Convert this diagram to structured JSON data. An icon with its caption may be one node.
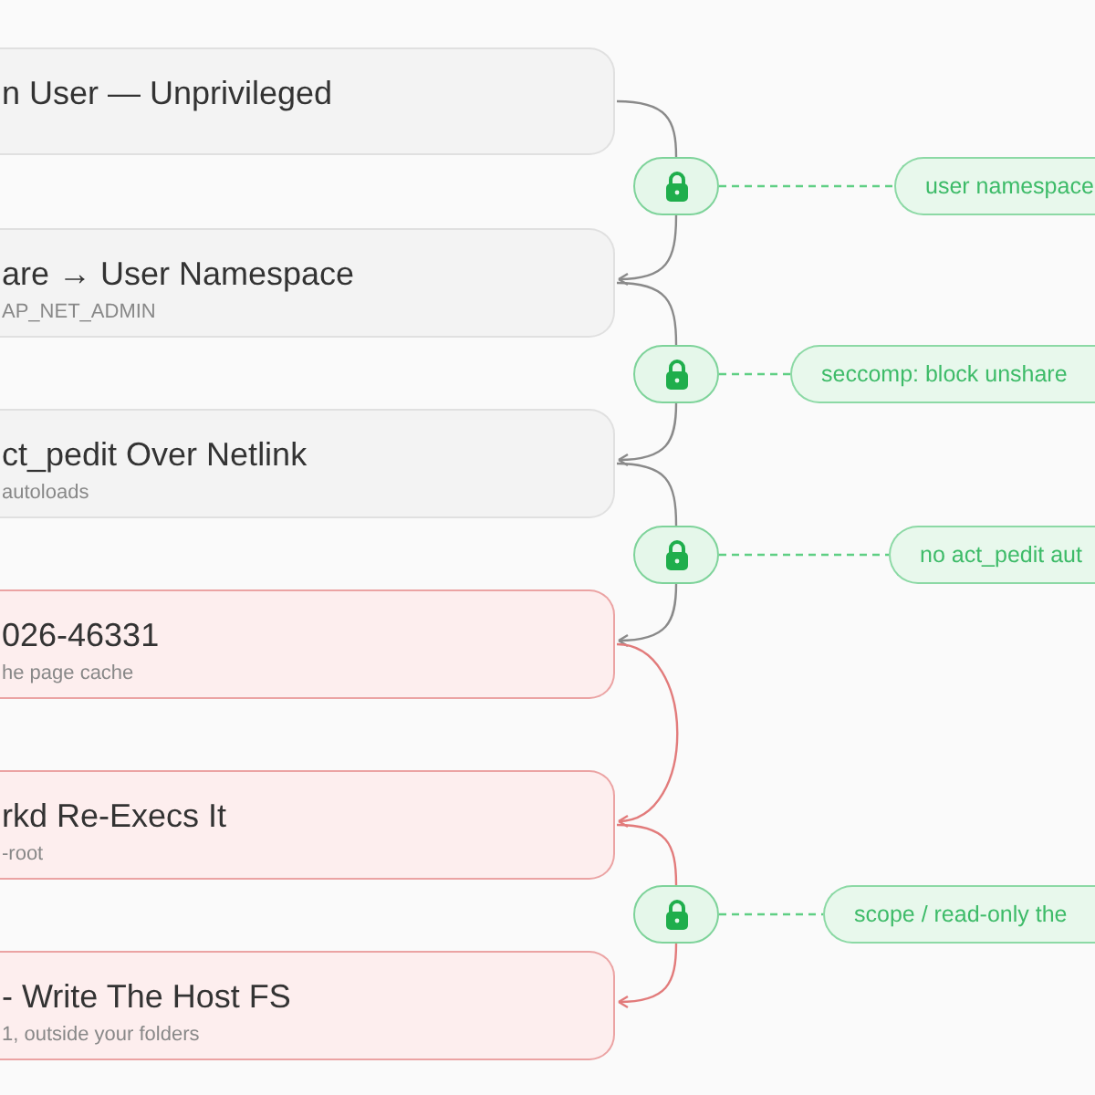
{
  "diagram": {
    "nodes": [
      {
        "text": [
          "n User — Unprivileged"
        ]
      },
      {
        "text": [
          "are → User Namespace",
          "AP_NET_ADMIN"
        ]
      },
      {
        "text": [
          "ct_pedit Over Netlink",
          "autoloads"
        ]
      },
      {
        "text": [
          "026-46331",
          "he page cache"
        ]
      },
      {
        "text": [
          "rkd Re-Execs It",
          "-root"
        ]
      },
      {
        "text": [
          "- Write The Host FS",
          "1, outside your folders"
        ]
      },
      {
        "text": [],
        "shape": "box"
      },
      {
        "text": [],
        "shape": "box"
      },
      {
        "text": [],
        "shape": "box"
      },
      {
        "text": [],
        "shape": "box"
      },
      {
        "text": [
          "user namespace"
        ]
      },
      {
        "text": [
          "seccomp: block unshare"
        ]
      },
      {
        "text": [
          "no act_pedit aut"
        ]
      },
      {
        "text": [
          "scope / read-only the"
        ]
      }
    ],
    "edges": [
      {
        "from": 0,
        "to": 6,
        "arrow": "none"
      },
      {
        "from": 6,
        "to": 1,
        "arrow": "to"
      },
      {
        "from": 1,
        "to": 7,
        "arrow": "none"
      },
      {
        "from": 7,
        "to": 2,
        "arrow": "to"
      },
      {
        "from": 2,
        "to": 8,
        "arrow": "none"
      },
      {
        "from": 8,
        "to": 3,
        "arrow": "to"
      },
      {
        "from": 3,
        "to": 4,
        "arrow": "to",
        "color": "#e27b7b"
      },
      {
        "from": 4,
        "to": 9,
        "arrow": "none",
        "color": "#e27b7b"
      },
      {
        "from": 9,
        "to": 5,
        "arrow": "to",
        "color": "#e27b7b"
      },
      {
        "from": 6,
        "to": 10,
        "arrow": "none",
        "style": "dashed",
        "color": "#5fcf84"
      },
      {
        "from": 7,
        "to": 11,
        "arrow": "none",
        "style": "dashed",
        "color": "#5fcf84"
      },
      {
        "from": 8,
        "to": 12,
        "arrow": "none",
        "style": "dashed",
        "color": "#5fcf84"
      },
      {
        "from": 9,
        "to": 13,
        "arrow": "none",
        "style": "dashed",
        "color": "#5fcf84"
      }
    ]
  }
}
